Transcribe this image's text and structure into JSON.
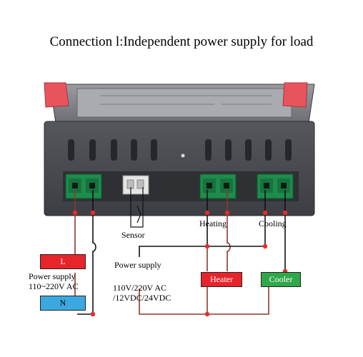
{
  "title": "Connection l:Independent power supply for load",
  "labels": {
    "sensor": "Sensor",
    "heating": "Heating",
    "cooling": "Cooling",
    "power_supply_left_1": "Power supply",
    "power_supply_left_2": "110~220V AC",
    "power_supply_center": "Power supply",
    "voltage_1": "110V/220V AC",
    "voltage_2": "/12VDC/24VDC"
  },
  "terminals": {
    "L": "L",
    "N": "N",
    "heater": "Heater",
    "cooler": "Cooler"
  },
  "colors": {
    "L_box": "#e8242b",
    "N_box": "#3ba9e0",
    "heater_box": "#e8242b",
    "cooler_box": "#2fa84a",
    "wire_brown": "#8b3a2b",
    "wire_black": "#111111",
    "node_red": "#e32d2d",
    "housing": "#4a4c52",
    "terminal_green": "#1e8c4c",
    "clip_red": "#e8545e"
  }
}
